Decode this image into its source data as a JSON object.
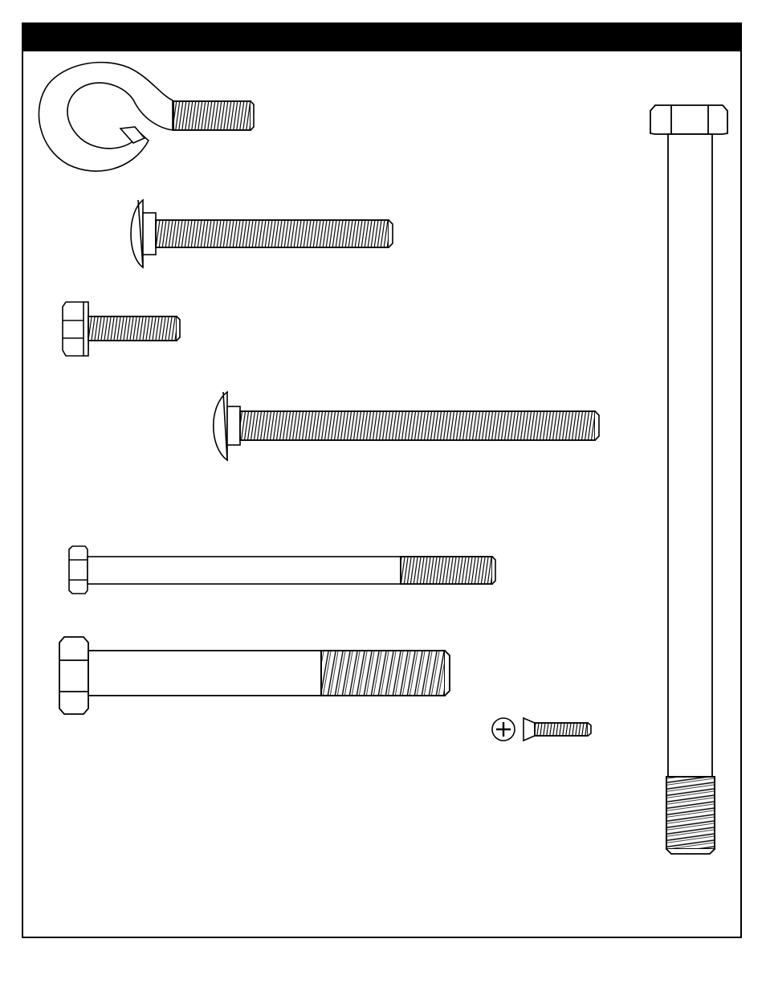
{
  "page": {
    "header_bar_color": "#000000",
    "line_color": "#000000",
    "background_color": "#ffffff"
  },
  "hardware_items": [
    {
      "id": "eye-bolt",
      "icon": "eye-bolt-icon"
    },
    {
      "id": "carriage-bolt-medium",
      "icon": "carriage-bolt-icon"
    },
    {
      "id": "flange-hex-bolt",
      "icon": "flange-hex-bolt-icon"
    },
    {
      "id": "carriage-bolt-long",
      "icon": "carriage-bolt-icon"
    },
    {
      "id": "hex-bolt-thin",
      "icon": "hex-bolt-icon"
    },
    {
      "id": "hex-bolt-thick",
      "icon": "hex-bolt-icon"
    },
    {
      "id": "phillips-flat-head-screw",
      "icon": "phillips-screw-icon"
    },
    {
      "id": "long-hex-bolt-vertical",
      "icon": "hex-bolt-icon"
    }
  ]
}
